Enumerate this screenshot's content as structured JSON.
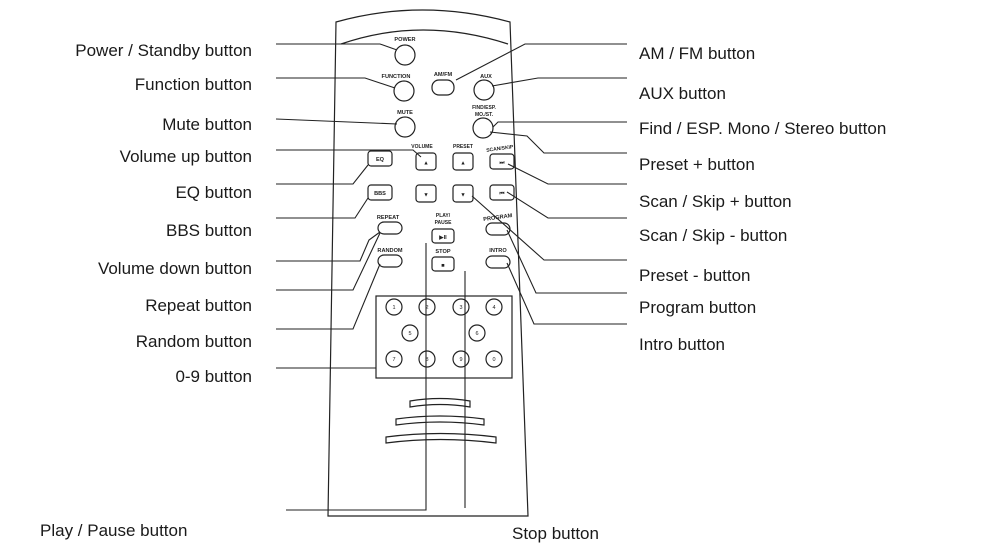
{
  "callouts_left": [
    "Power / Standby button",
    "Function button",
    "Mute button",
    "Volume up button",
    "EQ button",
    "BBS button",
    "Volume down button",
    "Repeat button",
    "Random button",
    "0-9 button"
  ],
  "callouts_right": [
    "AM / FM button",
    "AUX button",
    "Find / ESP. Mono / Stereo button",
    "Preset + button",
    "Scan / Skip + button",
    "Scan / Skip - button",
    "Preset - button",
    "Program button",
    "Intro button"
  ],
  "callouts_bottom": [
    "Play / Pause button",
    "Stop button"
  ],
  "remote_labels": {
    "power": "POWER",
    "function": "FUNCTION",
    "amfm": "AM/FM",
    "aux": "AUX",
    "mute": "MUTE",
    "find_line1": "FIND/ESP.",
    "find_line2": "MO./ST.",
    "volume": "VOLUME",
    "preset": "PRESET",
    "scanskip": "SCAN/SKIP",
    "eq": "EQ",
    "bbs": "BBS",
    "repeat": "REPEAT",
    "play_line1": "PLAY/",
    "play_line2": "PAUSE",
    "program": "PROGRAM",
    "random": "RANDOM",
    "stop": "STOP",
    "intro": "INTRO"
  },
  "remote_symbols": {
    "up": "▲",
    "down": "▼",
    "skip_forward": "⏭",
    "skip_back": "⏮",
    "play_pause": "▶II",
    "stop": "■"
  },
  "number_keys": [
    "1",
    "2",
    "3",
    "4",
    "5",
    "6",
    "7",
    "8",
    "9",
    "0"
  ]
}
